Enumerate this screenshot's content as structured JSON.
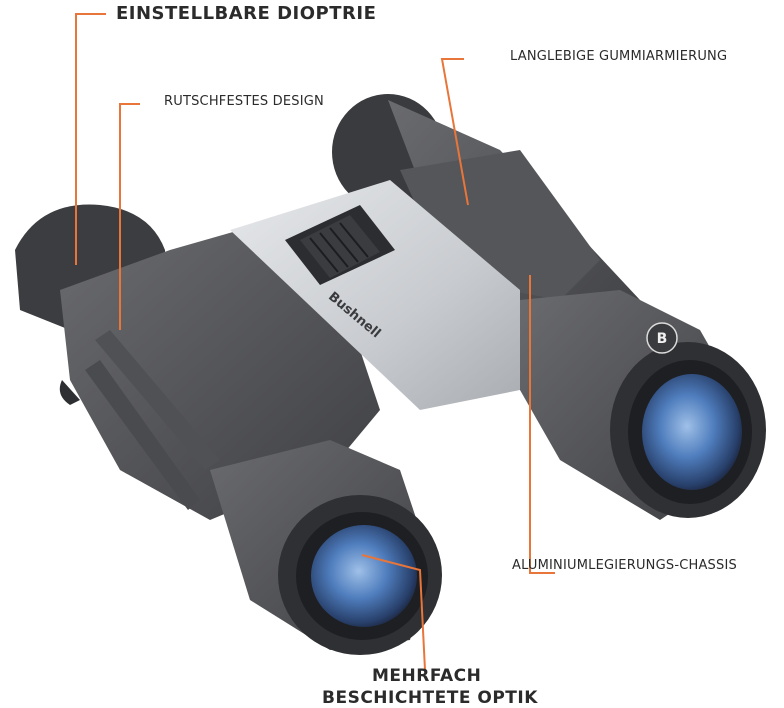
{
  "callouts": {
    "diopter": "EINSTELLBARE DIOPTRIE",
    "grip": "RUTSCHFESTES DESIGN",
    "rubber": "LANGLEBIGE GUMMIARMIERUNG",
    "chassis": "ALUMINIUMLEGIERUNGS-CHASSIS",
    "optics_line1": "MEHRFACH",
    "optics_line2": "BESCHICHTETE OPTIK"
  },
  "brand": {
    "name": "Bushnell",
    "badge": "B"
  },
  "colors": {
    "callout_line": "#e8753a",
    "body_dark": "#4a4b4e",
    "body_mid": "#5c5d60",
    "body_light": "#6d6e72",
    "bridge": "#cfd2d6",
    "lens_blue": "#3f6aa6",
    "label_text": "#2b2b2b"
  }
}
